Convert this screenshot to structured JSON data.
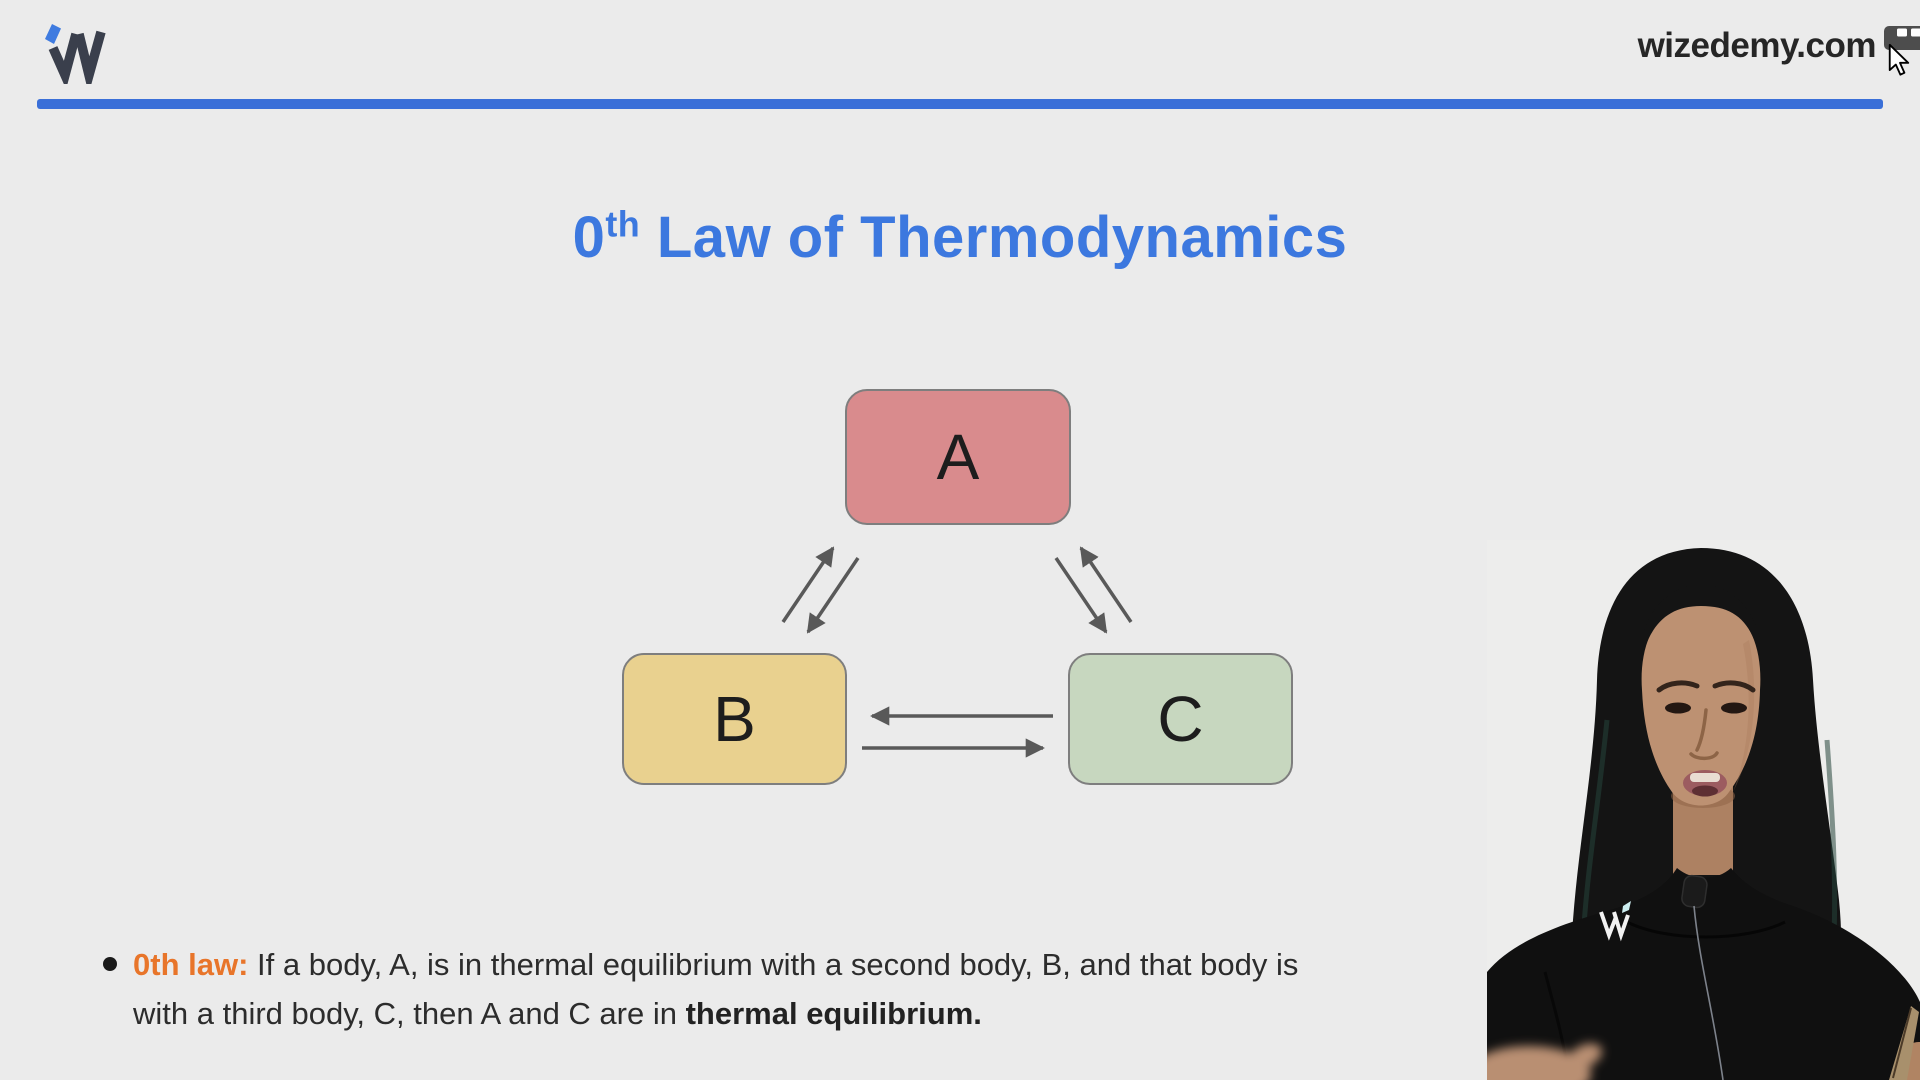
{
  "page": {
    "background": "#ebebeb"
  },
  "header": {
    "brand": "wizedemy.com",
    "rule_color": "#3a6fd8",
    "logo_navy": "#3a3f4c",
    "logo_blue": "#3f7be0"
  },
  "slide": {
    "title": {
      "number": "0",
      "superscript": "th",
      "rest": " Law of Thermodynamics",
      "color": "#3c78df"
    },
    "diagram": {
      "nodes": [
        {
          "id": "A",
          "label": "A",
          "fill": "#d98b8d"
        },
        {
          "id": "B",
          "label": "B",
          "fill": "#e9d18f"
        },
        {
          "id": "C",
          "label": "C",
          "fill": "#c7d7bf"
        }
      ],
      "edges": [
        {
          "between": [
            "A",
            "B"
          ],
          "type": "bidirectional"
        },
        {
          "between": [
            "A",
            "C"
          ],
          "type": "bidirectional"
        },
        {
          "between": [
            "B",
            "C"
          ],
          "type": "bidirectional"
        }
      ],
      "border_color": "#7e7e7e",
      "arrow_color": "#595959"
    },
    "bullet": {
      "lead": "0th law:",
      "lead_color": "#e8752a",
      "line1_rest": " If a body, A, is in thermal equilibrium with a second body, B, and that body is",
      "line2_start": "with a third body, C, then A and C are in ",
      "line2_bold": "thermal equilibrium."
    }
  }
}
